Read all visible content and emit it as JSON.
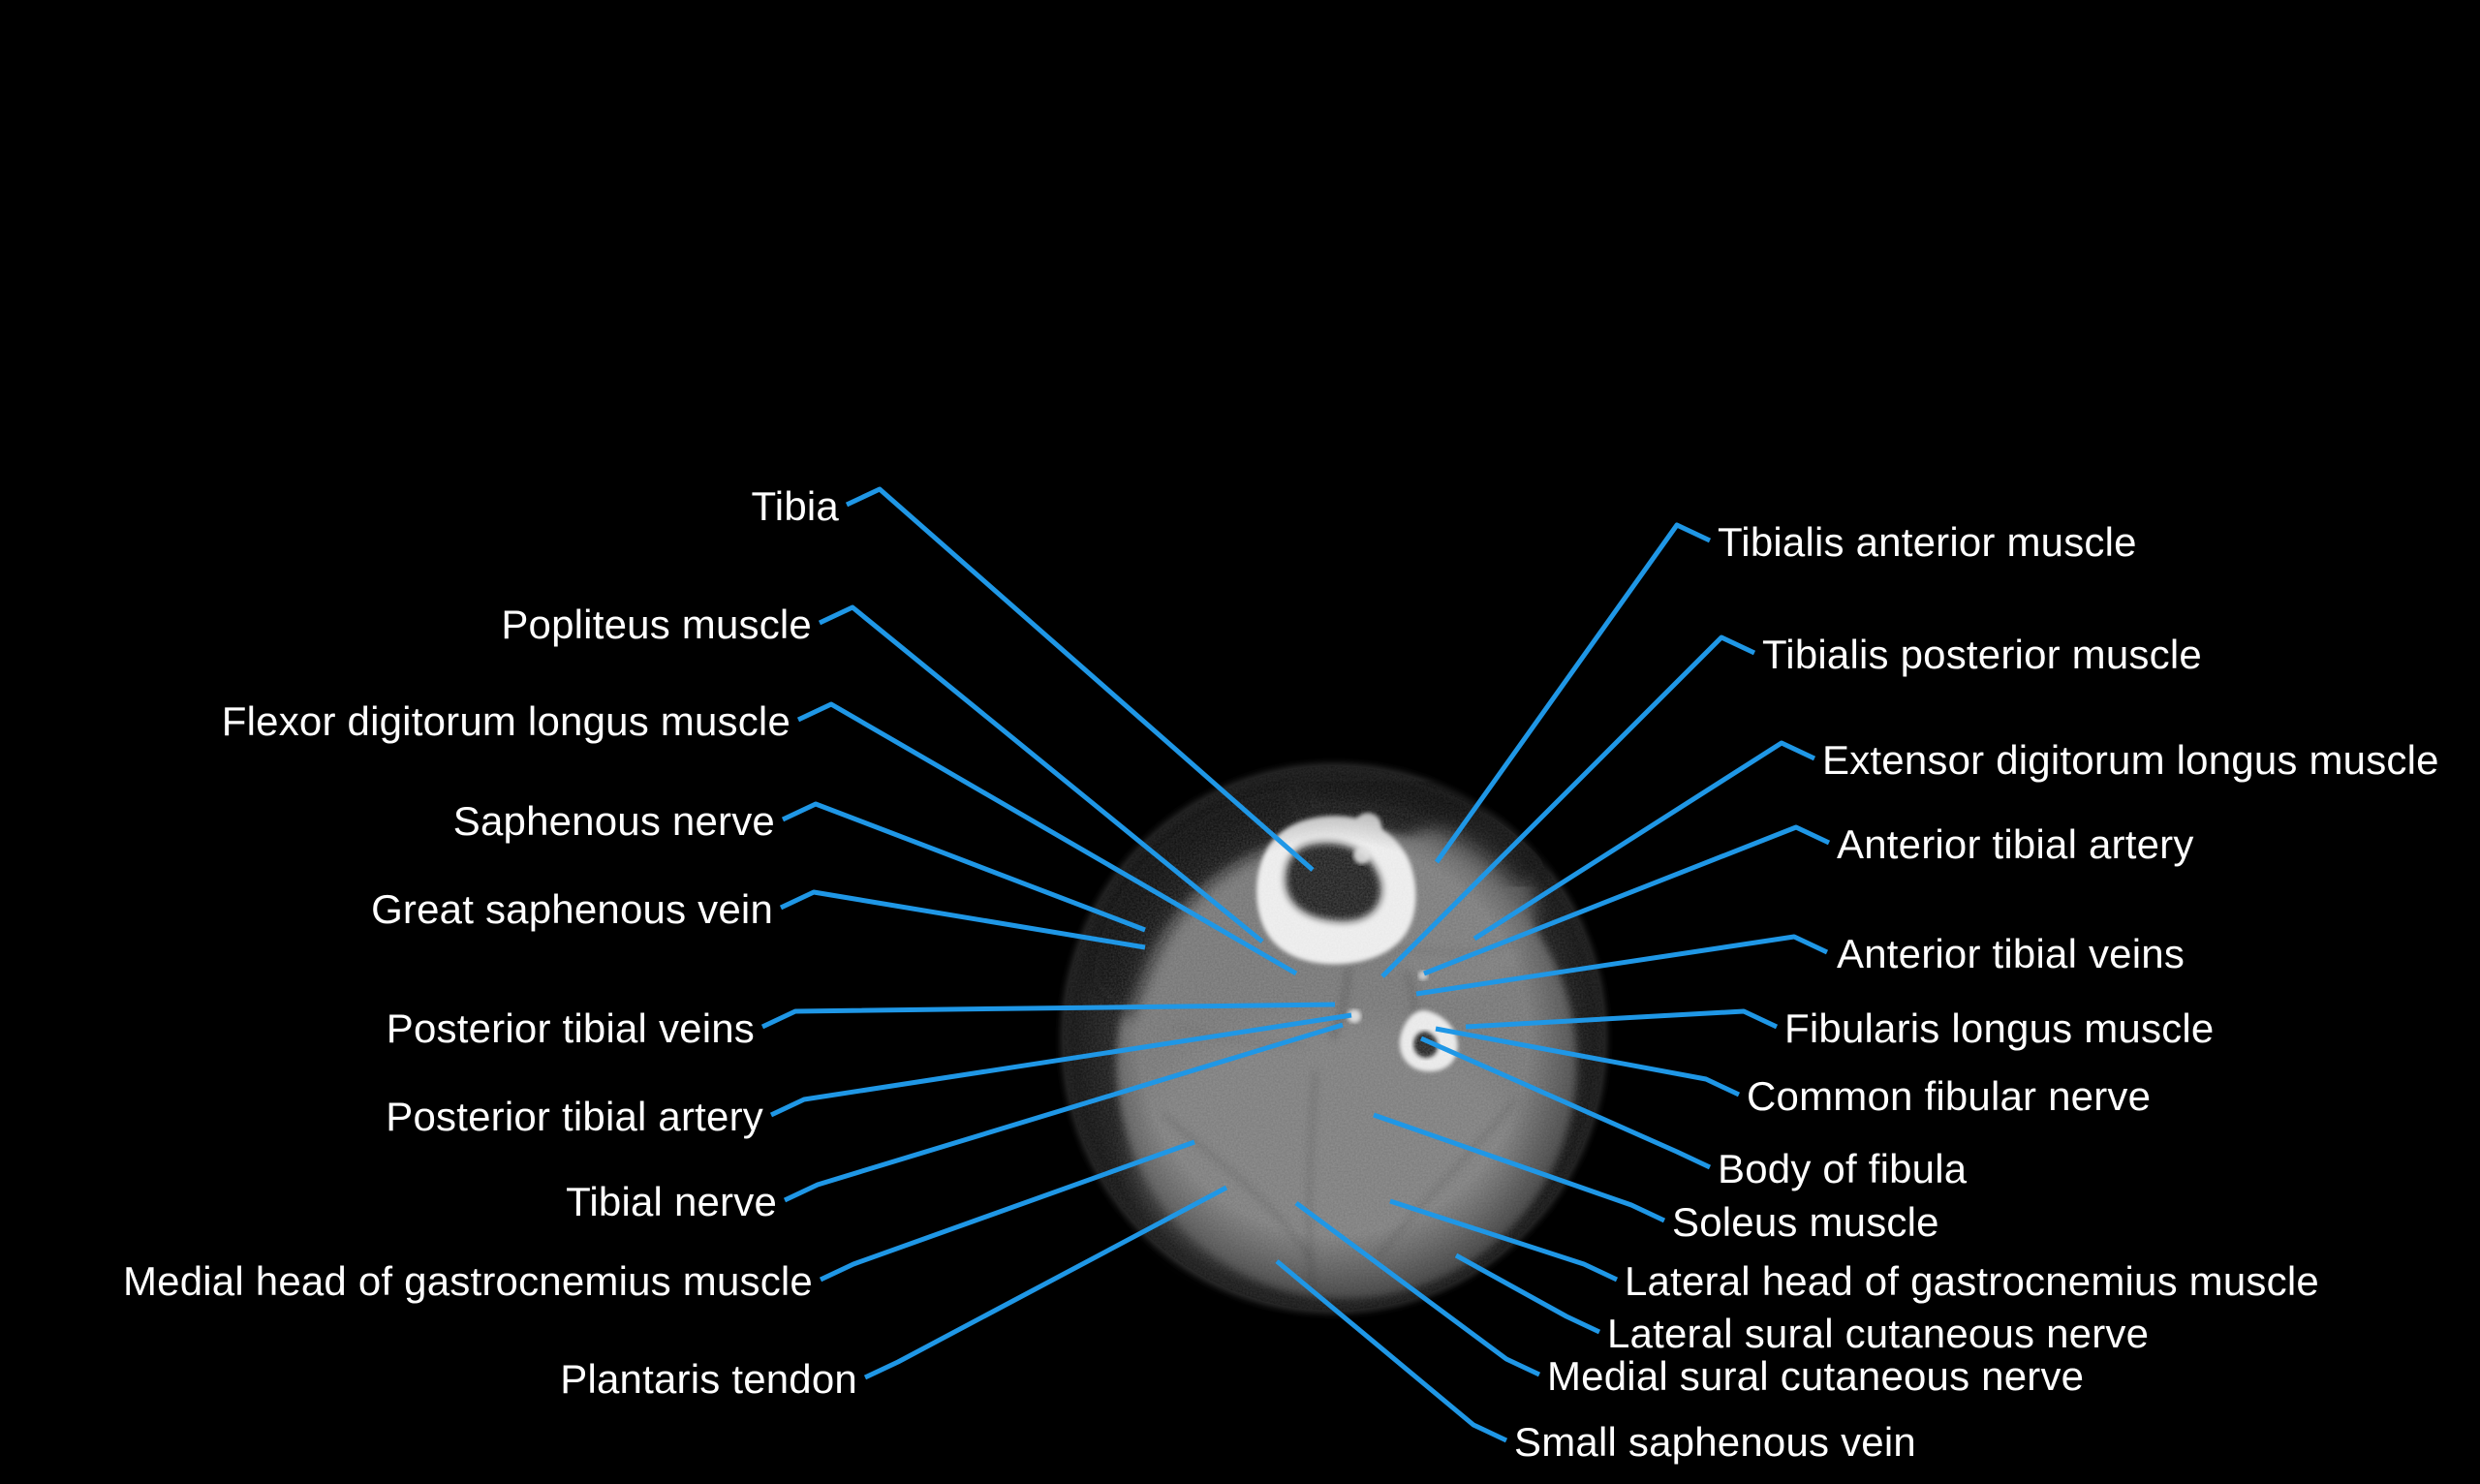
{
  "figure": {
    "colors": {
      "background": "#000000",
      "leader_line": "#1f97e6",
      "label_text": "#ffffff",
      "bone": "#f2f2f2",
      "muscle": "#747474"
    },
    "labels": [
      {
        "id": "tibia",
        "side": "left",
        "text": "Tibia"
      },
      {
        "id": "popliteus-muscle",
        "side": "left",
        "text": "Popliteus muscle"
      },
      {
        "id": "flexor-digitorum-longus-muscle",
        "side": "left",
        "text": "Flexor digitorum longus muscle"
      },
      {
        "id": "saphenous-nerve",
        "side": "left",
        "text": "Saphenous nerve"
      },
      {
        "id": "great-saphenous-vein",
        "side": "left",
        "text": "Great saphenous vein"
      },
      {
        "id": "posterior-tibial-veins",
        "side": "left",
        "text": "Posterior tibial veins"
      },
      {
        "id": "posterior-tibial-artery",
        "side": "left",
        "text": "Posterior tibial artery"
      },
      {
        "id": "tibial-nerve",
        "side": "left",
        "text": "Tibial nerve"
      },
      {
        "id": "medial-head-of-gastrocnemius-muscle",
        "side": "left",
        "text": "Medial head of gastrocnemius muscle"
      },
      {
        "id": "plantaris-tendon",
        "side": "left",
        "text": "Plantaris tendon"
      },
      {
        "id": "tibialis-anterior-muscle",
        "side": "right",
        "text": "Tibialis anterior muscle"
      },
      {
        "id": "tibialis-posterior-muscle",
        "side": "right",
        "text": "Tibialis posterior muscle"
      },
      {
        "id": "extensor-digitorum-longus-muscle",
        "side": "right",
        "text": "Extensor digitorum longus muscle"
      },
      {
        "id": "anterior-tibial-artery",
        "side": "right",
        "text": "Anterior tibial artery"
      },
      {
        "id": "anterior-tibial-veins",
        "side": "right",
        "text": "Anterior tibial veins"
      },
      {
        "id": "fibularis-longus-muscle",
        "side": "right",
        "text": "Fibularis longus muscle"
      },
      {
        "id": "common-fibular-nerve",
        "side": "right",
        "text": "Common fibular nerve"
      },
      {
        "id": "body-of-fibula",
        "side": "right",
        "text": "Body of fibula"
      },
      {
        "id": "soleus-muscle",
        "side": "right",
        "text": "Soleus muscle"
      },
      {
        "id": "lateral-head-of-gastrocnemius-muscle",
        "side": "right",
        "text": "Lateral head of gastrocnemius muscle"
      },
      {
        "id": "lateral-sural-cutaneous-nerve",
        "side": "right",
        "text": "Lateral sural cutaneous nerve"
      },
      {
        "id": "medial-sural-cutaneous-nerve",
        "side": "right",
        "text": "Medial sural cutaneous nerve"
      },
      {
        "id": "small-saphenous-vein",
        "side": "right",
        "text": "Small saphenous vein"
      }
    ]
  }
}
